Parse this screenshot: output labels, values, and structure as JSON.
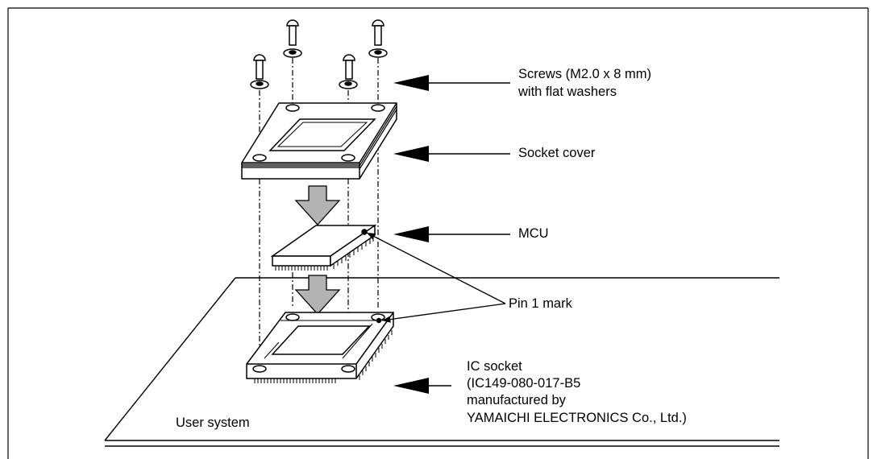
{
  "labels": {
    "screws": [
      "Screws (M2.0 x 8 mm)",
      "with flat washers"
    ],
    "socket_cover": "Socket cover",
    "mcu": "MCU",
    "pin1_mark": "Pin 1 mark",
    "ic_socket": [
      "IC socket",
      "(IC149-080-017-B5",
      "manufactured by",
      "YAMAICHI ELECTRONICS Co., Ltd.)"
    ],
    "user_system": "User system"
  },
  "colors": {
    "line": "#000000",
    "arrow_fill": "#b3b3b3",
    "background": "#ffffff"
  }
}
